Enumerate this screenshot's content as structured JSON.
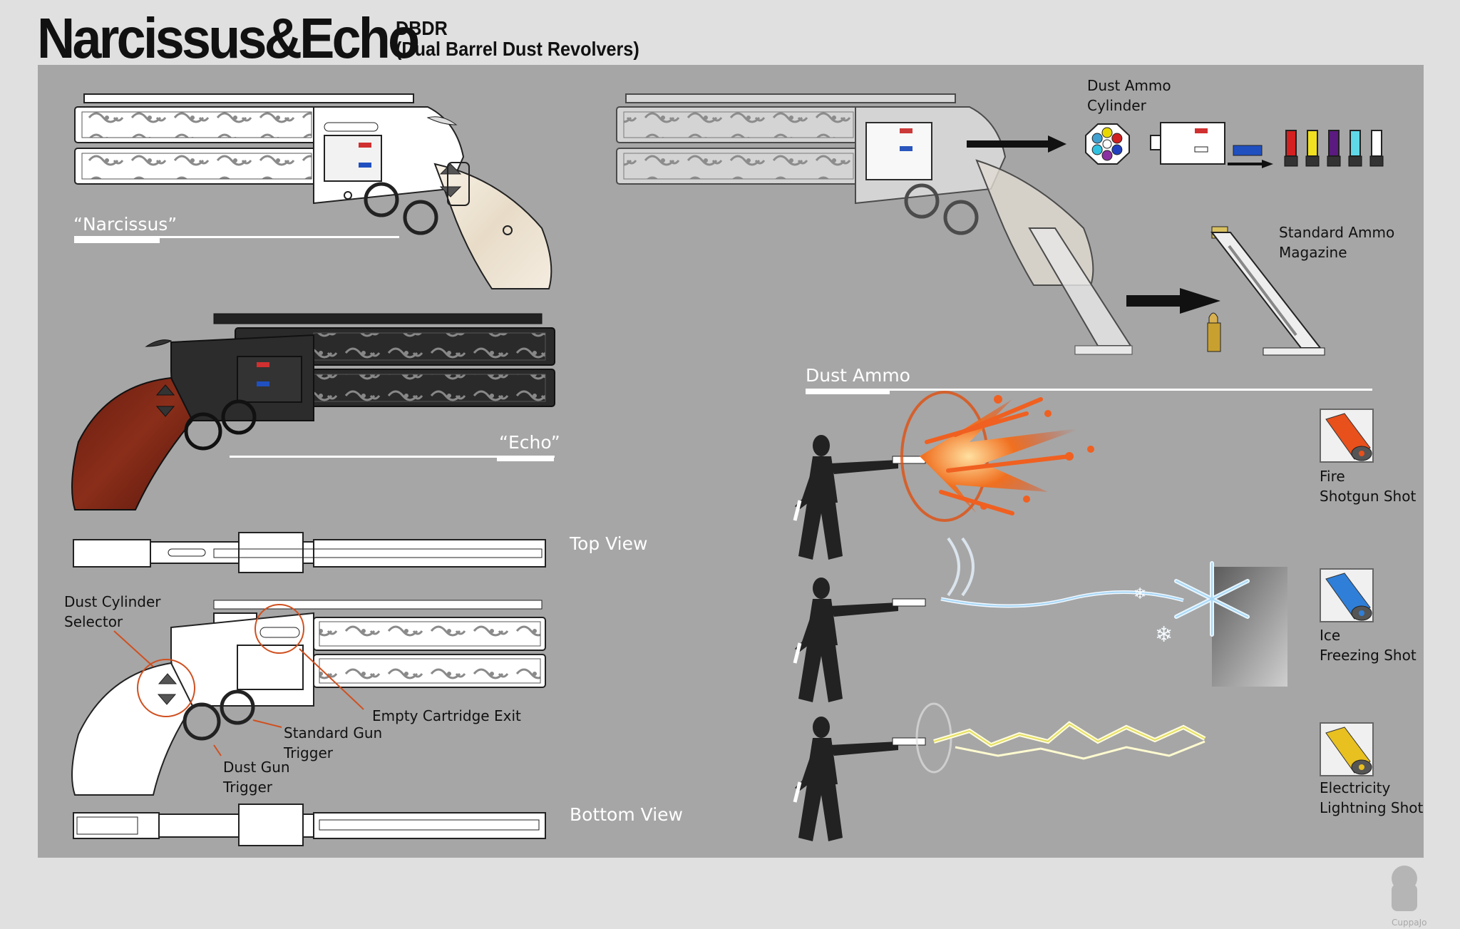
{
  "header": {
    "title": "Narcissus&Echo",
    "code": "DBDR",
    "subtitle": "(Dual Barrel Dust Revolvers)"
  },
  "guns": {
    "narcissus_label": "“Narcissus”",
    "echo_label": "“Echo”",
    "top_view_label": "Top View",
    "bottom_view_label": "Bottom View"
  },
  "callouts": {
    "selector": [
      "Dust Cylinder",
      "Selector"
    ],
    "exit": "Empty Cartridge Exit",
    "standard_trigger": [
      "Standard Gun",
      "Trigger"
    ],
    "dust_trigger": [
      "Dust Gun",
      "Trigger"
    ]
  },
  "ammo": {
    "cylinder_label": [
      "Dust Ammo",
      "Cylinder"
    ],
    "magazine_label": [
      "Standard Ammo",
      "Magazine"
    ],
    "section_title": "Dust Ammo",
    "types": [
      {
        "name": "Fire",
        "shot": "Shotgun Shot",
        "color": "#e8501c"
      },
      {
        "name": "Ice",
        "shot": "Freezing Shot",
        "color": "#2f7fd8"
      },
      {
        "name": "Electricity",
        "shot": "Lightning Shot",
        "color": "#e8c020"
      }
    ],
    "cartridge_colors": [
      "#d42020",
      "#f0e020",
      "#5a1a80",
      "#60d8e8",
      "#ffffff"
    ],
    "cylinder_chamber_colors": [
      "#e8d800",
      "#d02020",
      "#2040c0",
      "#8a30a0",
      "#30c0e0",
      "#40a0d0",
      "#ffffff"
    ]
  },
  "icons": [
    "barrel-engraving",
    "dust-selector-icon",
    "shotgun-shell-icon",
    "silhouette-figure",
    "author-logo"
  ],
  "colors": {
    "panel": "#a6a6a6",
    "background": "#e0e0e0",
    "callout": "#d05020"
  },
  "watermark": "CuppaJo"
}
